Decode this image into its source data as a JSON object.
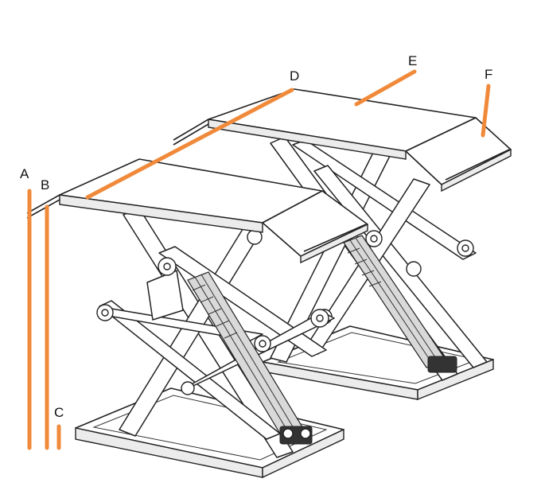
{
  "labels": {
    "a": "A",
    "b": "B",
    "c": "C",
    "d": "D",
    "e": "E",
    "f": "F"
  },
  "colors": {
    "dimension": "#f08a3a",
    "line": "#222222",
    "background": "#ffffff"
  }
}
